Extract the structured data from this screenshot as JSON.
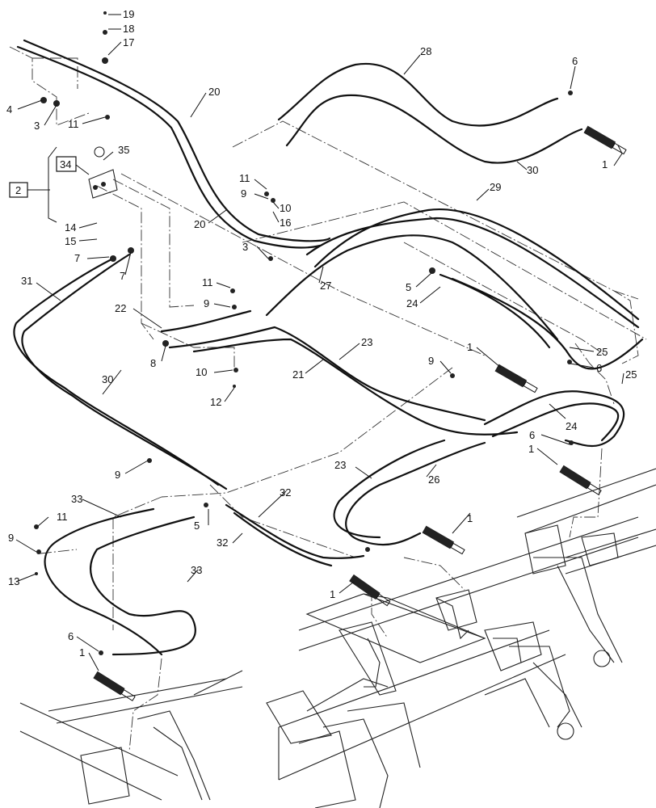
{
  "callouts": [
    {
      "id": "c19a",
      "text": "19"
    },
    {
      "id": "c18a",
      "text": "18"
    },
    {
      "id": "c17a",
      "text": "17"
    },
    {
      "id": "c20a",
      "text": "20"
    },
    {
      "id": "c28",
      "text": "28"
    },
    {
      "id": "c6a",
      "text": "6"
    },
    {
      "id": "c4",
      "text": "4"
    },
    {
      "id": "c3a",
      "text": "3"
    },
    {
      "id": "c11a",
      "text": "11"
    },
    {
      "id": "c35",
      "text": "35"
    },
    {
      "id": "c1a",
      "text": "1"
    },
    {
      "id": "c30a",
      "text": "30"
    },
    {
      "id": "c11b",
      "text": "11"
    },
    {
      "id": "c9a",
      "text": "9"
    },
    {
      "id": "c10a",
      "text": "10"
    },
    {
      "id": "c16",
      "text": "16"
    },
    {
      "id": "c20b",
      "text": "20"
    },
    {
      "id": "c29",
      "text": "29"
    },
    {
      "id": "c14",
      "text": "14"
    },
    {
      "id": "c15",
      "text": "15"
    },
    {
      "id": "c7a",
      "text": "7"
    },
    {
      "id": "c7b",
      "text": "7"
    },
    {
      "id": "c3b",
      "text": "3"
    },
    {
      "id": "c31",
      "text": "31"
    },
    {
      "id": "c11c",
      "text": "11"
    },
    {
      "id": "c27",
      "text": "27"
    },
    {
      "id": "c5a",
      "text": "5"
    },
    {
      "id": "c24a",
      "text": "24"
    },
    {
      "id": "c9b",
      "text": "9"
    },
    {
      "id": "c22",
      "text": "22"
    },
    {
      "id": "c23a",
      "text": "23"
    },
    {
      "id": "c1b",
      "text": "1"
    },
    {
      "id": "c25a",
      "text": "25"
    },
    {
      "id": "c8",
      "text": "8"
    },
    {
      "id": "c10b",
      "text": "10"
    },
    {
      "id": "c21",
      "text": "21"
    },
    {
      "id": "c9c",
      "text": "9"
    },
    {
      "id": "c6b",
      "text": "6"
    },
    {
      "id": "c30b",
      "text": "30"
    },
    {
      "id": "c25b",
      "text": "25"
    },
    {
      "id": "c12",
      "text": "12"
    },
    {
      "id": "c24b",
      "text": "24"
    },
    {
      "id": "c6c",
      "text": "6"
    },
    {
      "id": "c1c",
      "text": "1"
    },
    {
      "id": "c23b",
      "text": "23"
    },
    {
      "id": "c26",
      "text": "26"
    },
    {
      "id": "c9d",
      "text": "9"
    },
    {
      "id": "c33a",
      "text": "33"
    },
    {
      "id": "c32a",
      "text": "32"
    },
    {
      "id": "c11d",
      "text": "11"
    },
    {
      "id": "c5b",
      "text": "5"
    },
    {
      "id": "c1d",
      "text": "1"
    },
    {
      "id": "c32b",
      "text": "32"
    },
    {
      "id": "c9e",
      "text": "9"
    },
    {
      "id": "c13",
      "text": "13"
    },
    {
      "id": "c33b",
      "text": "33"
    },
    {
      "id": "c1e",
      "text": "1"
    },
    {
      "id": "c6d",
      "text": "6"
    },
    {
      "id": "c1f",
      "text": "1"
    }
  ],
  "boxed_callouts": [
    {
      "id": "b34",
      "text": "34"
    },
    {
      "id": "b2",
      "text": "2"
    }
  ]
}
